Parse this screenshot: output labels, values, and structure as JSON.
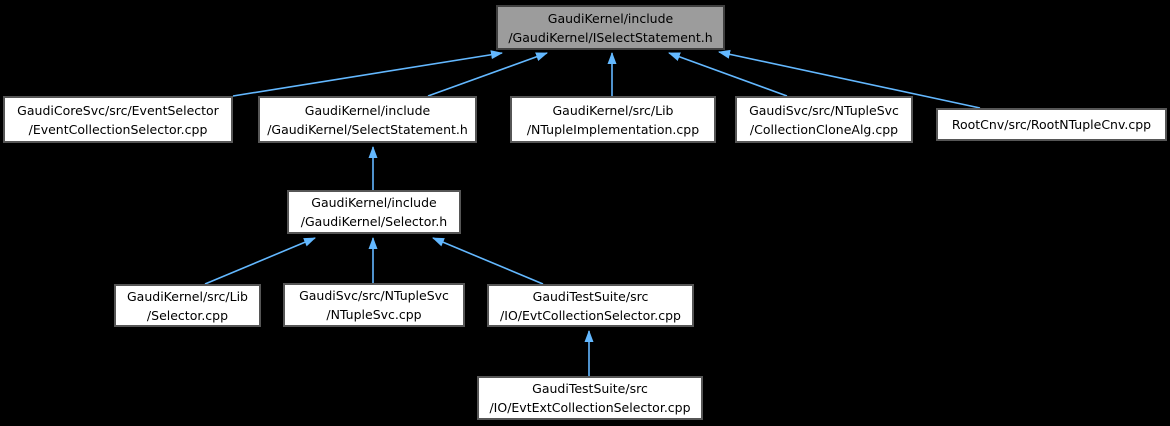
{
  "colors": {
    "background": "#000000",
    "node_fill": "#ffffff",
    "node_border": "#565656",
    "highlight_fill": "#9c9c9c",
    "highlight_border": "#3f3f3f",
    "arrow": "#63b8ff",
    "text": "#000000"
  },
  "graph": {
    "type": "include-dependency-graph",
    "nodes": {
      "iselectstatement_h": {
        "line1": "GaudiKernel/include",
        "line2": "/GaudiKernel/ISelectStatement.h",
        "highlighted": true
      },
      "eventcollectionselector": {
        "line1": "GaudiCoreSvc/src/EventSelector",
        "line2": "/EventCollectionSelector.cpp"
      },
      "selectstatement_h": {
        "line1": "GaudiKernel/include",
        "line2": "/GaudiKernel/SelectStatement.h"
      },
      "ntupleimplementation": {
        "line1": "GaudiKernel/src/Lib",
        "line2": "/NTupleImplementation.cpp"
      },
      "collectionclonealg": {
        "line1": "GaudiSvc/src/NTupleSvc",
        "line2": "/CollectionCloneAlg.cpp"
      },
      "rootntuplecnv": {
        "line1": "RootCnv/src/RootNTupleCnv.cpp"
      },
      "selector_h": {
        "line1": "GaudiKernel/include",
        "line2": "/GaudiKernel/Selector.h"
      },
      "selector_cpp": {
        "line1": "GaudiKernel/src/Lib",
        "line2": "/Selector.cpp"
      },
      "ntuplesvc": {
        "line1": "GaudiSvc/src/NTupleSvc",
        "line2": "/NTupleSvc.cpp"
      },
      "evtcollectionselector": {
        "line1": "GaudiTestSuite/src",
        "line2": "/IO/EvtCollectionSelector.cpp"
      },
      "evtextcollectionselector": {
        "line1": "GaudiTestSuite/src",
        "line2": "/IO/EvtExtCollectionSelector.cpp"
      }
    },
    "edges": [
      {
        "from": "eventcollectionselector",
        "to": "iselectstatement_h"
      },
      {
        "from": "selectstatement_h",
        "to": "iselectstatement_h"
      },
      {
        "from": "ntupleimplementation",
        "to": "iselectstatement_h"
      },
      {
        "from": "collectionclonealg",
        "to": "iselectstatement_h"
      },
      {
        "from": "rootntuplecnv",
        "to": "iselectstatement_h"
      },
      {
        "from": "selector_h",
        "to": "selectstatement_h"
      },
      {
        "from": "selector_cpp",
        "to": "selector_h"
      },
      {
        "from": "ntuplesvc",
        "to": "selector_h"
      },
      {
        "from": "evtcollectionselector",
        "to": "selector_h"
      },
      {
        "from": "evtextcollectionselector",
        "to": "evtcollectionselector"
      }
    ]
  }
}
